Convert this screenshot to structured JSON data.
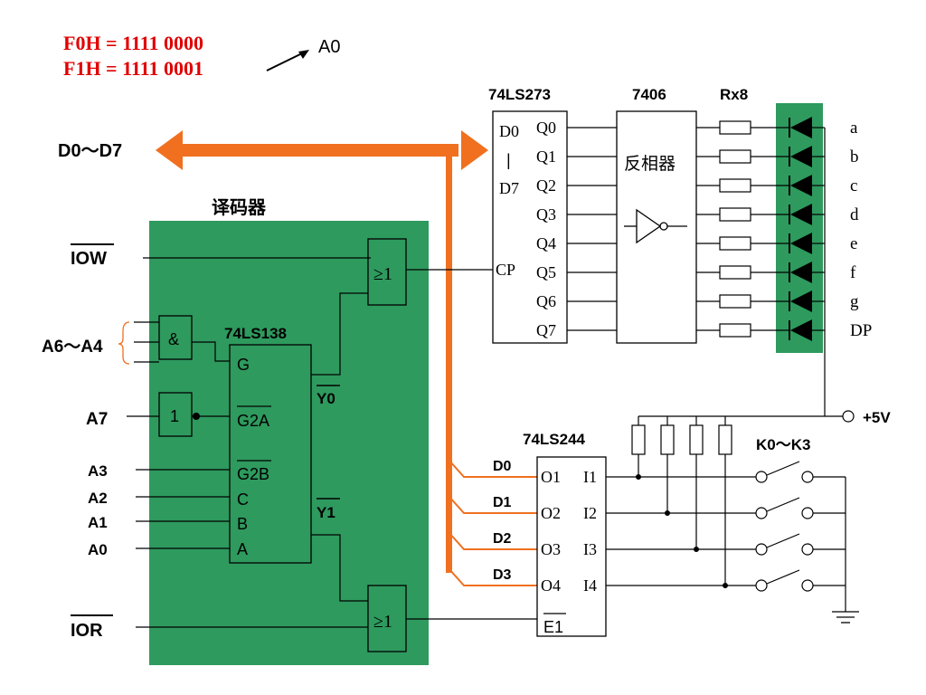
{
  "annotation": {
    "line1": "F0H = 1111  0000",
    "line2": "F1H = 1111  0001",
    "target": "A0",
    "color": "#e00000"
  },
  "bus": {
    "label": "D0～D7",
    "color": "#f07020"
  },
  "decoder": {
    "title": "译码器",
    "bg_color": "#2e9a5e",
    "chip": "74LS138",
    "and_gate": "&",
    "not_gate": "1",
    "pins": {
      "g": "G",
      "g2a": "G2A",
      "g2b": "G2B",
      "c": "C",
      "b": "B",
      "a": "A"
    },
    "outputs": {
      "y0": "Y0",
      "y1": "Y1"
    },
    "or_gate": "≥1"
  },
  "inputs": {
    "iow": "IOW",
    "ior": "IOR",
    "a6a4": "A6～A4",
    "a7": "A7",
    "a3": "A3",
    "a2": "A2",
    "a1": "A1",
    "a0": "A0"
  },
  "latch": {
    "chip": "74LS273",
    "d0": "D0",
    "sep": "|",
    "d7": "D7",
    "cp": "CP",
    "outputs": [
      "Q0",
      "Q1",
      "Q2",
      "Q3",
      "Q4",
      "Q5",
      "Q6",
      "Q7"
    ]
  },
  "inverter": {
    "chip": "7406",
    "label": "反相器"
  },
  "resistors": {
    "label": "Rx8"
  },
  "display": {
    "bg_color": "#2e9a5e",
    "segments": [
      "a",
      "b",
      "c",
      "d",
      "e",
      "f",
      "g",
      "DP"
    ]
  },
  "buffer": {
    "chip": "74LS244",
    "outputs": [
      "O1",
      "O2",
      "O3",
      "O4"
    ],
    "inputs": [
      "I1",
      "I2",
      "I3",
      "I4"
    ],
    "enable": "E1",
    "data_labels": [
      "D0",
      "D1",
      "D2",
      "D3"
    ]
  },
  "power": {
    "label": "+5V"
  },
  "switches": {
    "label": "K0～K3"
  }
}
